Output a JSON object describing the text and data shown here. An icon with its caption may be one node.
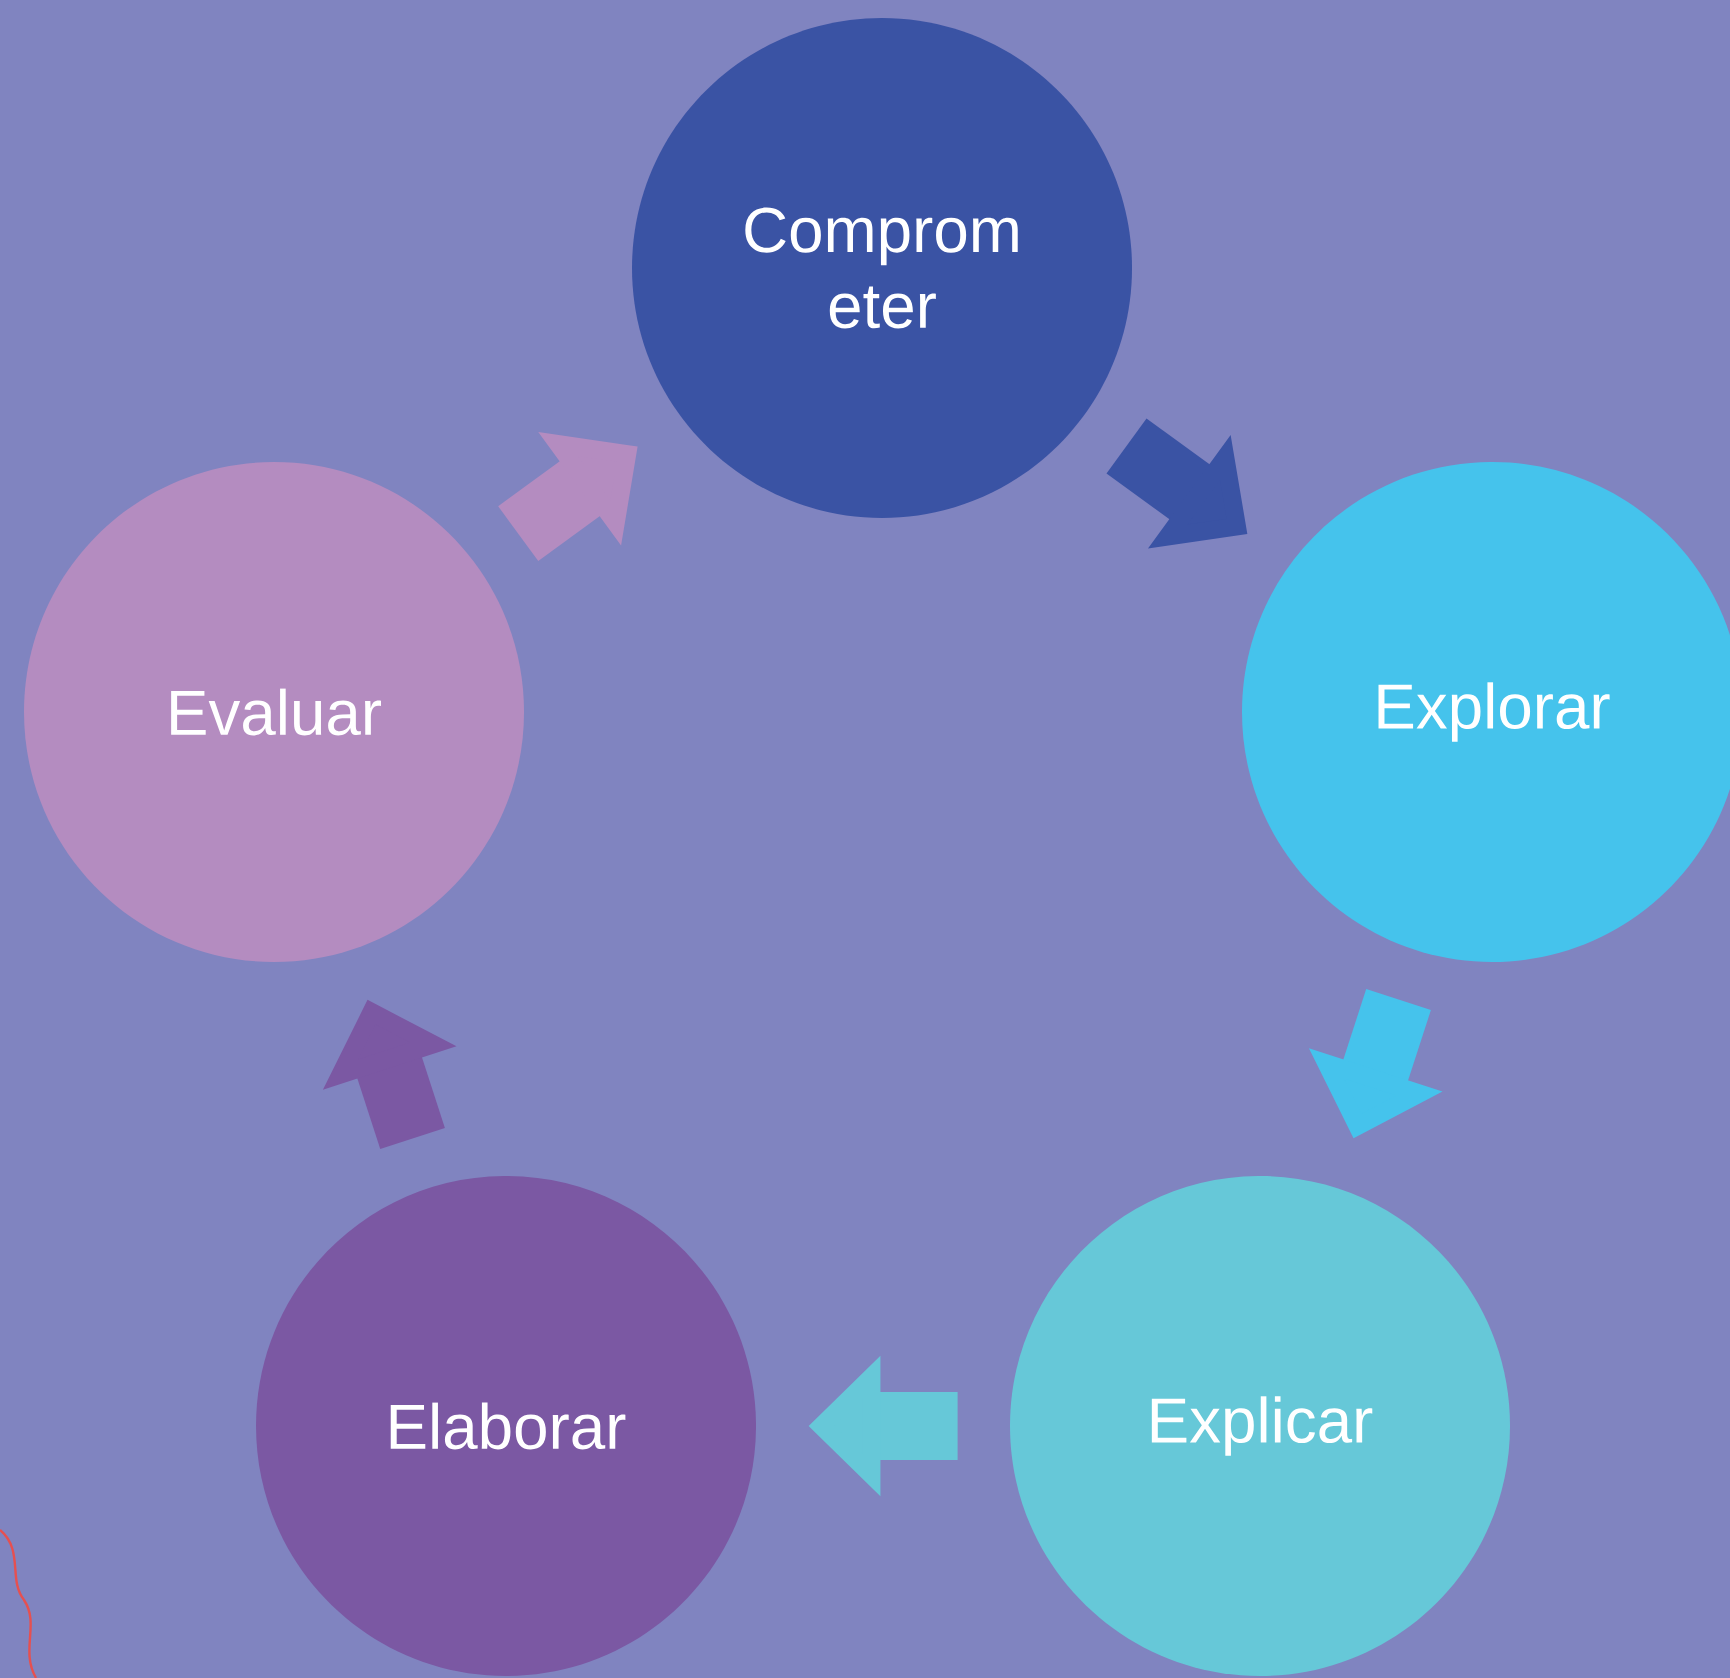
{
  "diagram": {
    "nodes": [
      {
        "text": [
          "Comprom eter"
        ]
      },
      {
        "text": [
          "Explorar"
        ]
      },
      {
        "text": [
          "Explicar"
        ]
      },
      {
        "text": [
          "Elaborar"
        ]
      },
      {
        "text": [
          "Evaluar"
        ]
      }
    ],
    "edges": [
      {
        "from": 0,
        "to": 1,
        "arrow": "to",
        "color": "#3a53a4"
      },
      {
        "from": 1,
        "to": 2,
        "arrow": "to",
        "color": "#45c3ec"
      },
      {
        "from": 2,
        "to": 3,
        "arrow": "to",
        "color": "#66c8d8"
      },
      {
        "from": 3,
        "to": 4,
        "arrow": "to",
        "color": "#7b58a3"
      },
      {
        "from": 4,
        "to": 0,
        "arrow": "to",
        "color": "#b48cc0"
      }
    ]
  }
}
